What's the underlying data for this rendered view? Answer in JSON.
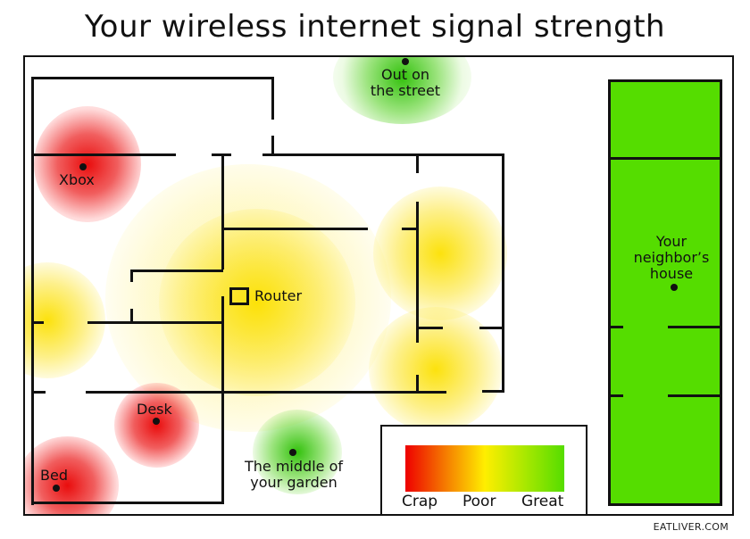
{
  "header": {
    "title": "Your wireless internet signal strength"
  },
  "map": {
    "locations": [
      {
        "id": "xbox",
        "label": "Xbox",
        "signal": "crap"
      },
      {
        "id": "router",
        "label": "Router"
      },
      {
        "id": "desk",
        "label": "Desk",
        "signal": "crap"
      },
      {
        "id": "bed",
        "label": "Bed",
        "signal": "crap"
      },
      {
        "id": "street",
        "label_line1": "Out on",
        "label_line2": "the street",
        "signal": "great"
      },
      {
        "id": "garden",
        "label_line1": "The middle of",
        "label_line2": "your garden",
        "signal": "great"
      },
      {
        "id": "neighbor",
        "label_line1": "Your",
        "label_line2": "neighbor’s",
        "label_line3": "house",
        "signal": "great"
      }
    ],
    "colors": {
      "crap": "#ee0000",
      "poor": "#ffee00",
      "great": "#55dd00",
      "neighbor_fill": "#55dd00"
    }
  },
  "legend": {
    "labels": [
      "Crap",
      "Poor",
      "Great"
    ]
  },
  "credit": {
    "text": "EATLIVER.COM"
  }
}
